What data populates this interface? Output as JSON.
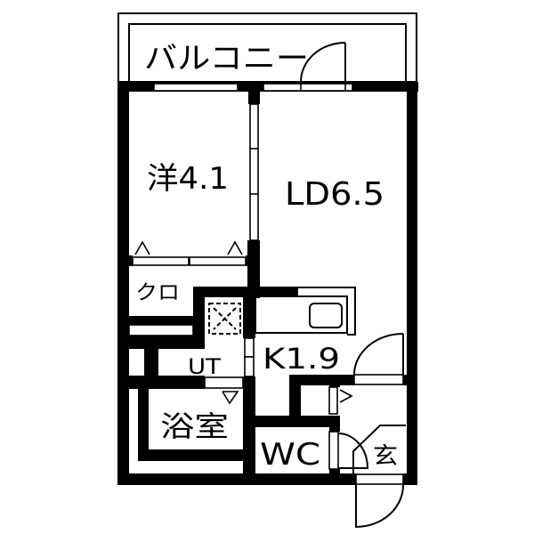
{
  "floor_plan": {
    "rooms": {
      "balcony": "バルコニー",
      "western_room": "洋4.1",
      "living_dining": "LD6.5",
      "closet": "クロ",
      "utility": "UT",
      "kitchen": "K1.9",
      "bathroom": "浴室",
      "toilet": "WC",
      "entrance": "玄"
    },
    "icons": {
      "washer_pan": "washing-machine-pan",
      "sink": "kitchen-sink",
      "doors": [
        "balcony-door",
        "ld-door",
        "wc-door",
        "entrance-door"
      ]
    }
  },
  "colors": {
    "wall": "#000000",
    "floor": "#ffffff"
  }
}
